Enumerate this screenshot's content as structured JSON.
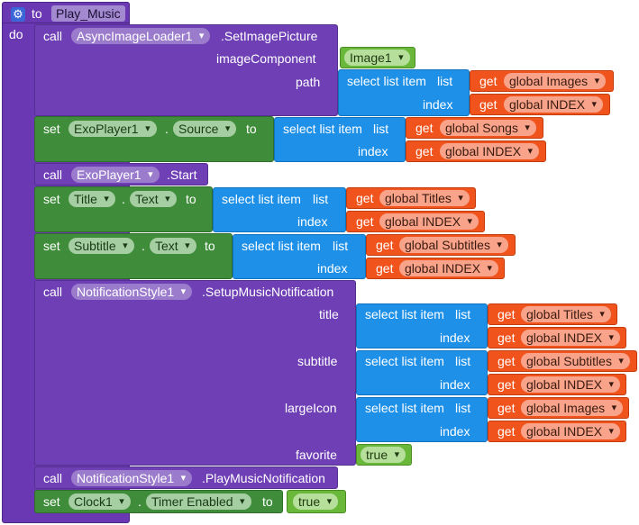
{
  "procedure": {
    "to_label": "to",
    "name": "Play_Music",
    "do_label": "do"
  },
  "kw": {
    "call": "call",
    "set": "set",
    "to": "to",
    "dot": "."
  },
  "list": {
    "select": "select list item",
    "list": "list",
    "index": "index"
  },
  "get": {
    "label": "get",
    "images": "global Images",
    "index": "global INDEX",
    "songs": "global Songs",
    "titles": "global Titles",
    "subtitles": "global Subtitles"
  },
  "stmt1": {
    "component": "AsyncImageLoader1",
    "method": ".SetImagePicture",
    "arg1": "imageComponent",
    "arg1_value": "Image1",
    "arg2": "path"
  },
  "stmt2": {
    "component": "ExoPlayer1",
    "property": "Source"
  },
  "stmt3": {
    "component": "ExoPlayer1",
    "method": ".Start"
  },
  "stmt4": {
    "component": "Title",
    "property": "Text"
  },
  "stmt5": {
    "component": "Subtitle",
    "property": "Text"
  },
  "stmt6": {
    "component": "NotificationStyle1",
    "method": ".SetupMusicNotification",
    "arg_title": "title",
    "arg_subtitle": "subtitle",
    "arg_largeicon": "largeIcon",
    "arg_favorite": "favorite",
    "favorite_value": "true"
  },
  "stmt7": {
    "component": "NotificationStyle1",
    "method": ".PlayMusicNotification"
  },
  "stmt8": {
    "component": "Clock1",
    "property": "Timer Enabled",
    "value": "true"
  },
  "colors": {
    "procedure": "#6a38b2",
    "component_call": "#6f3fb6",
    "component_set": "#3f8d3a",
    "lists": "#1e90e8",
    "variables": "#f1531d",
    "logic": "#69b83a"
  }
}
